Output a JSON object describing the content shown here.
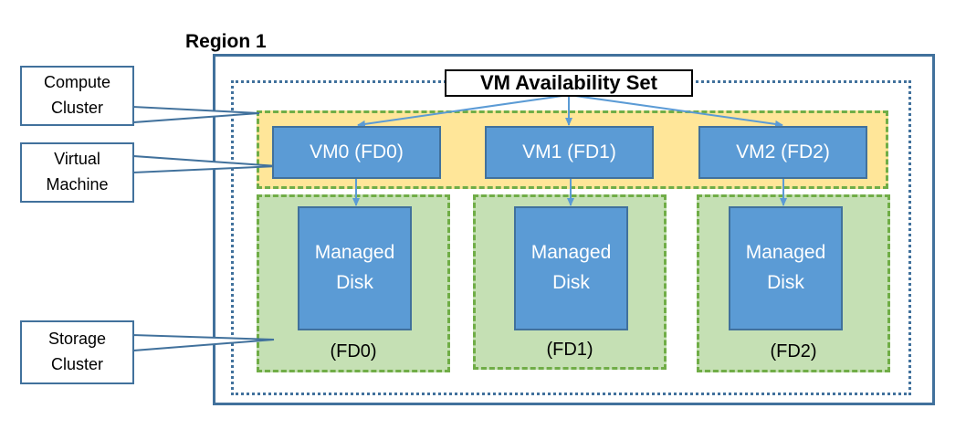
{
  "region": {
    "label": "Region 1"
  },
  "availability_set": {
    "label": "VM Availability Set"
  },
  "vms": [
    {
      "label": "VM0 (FD0)"
    },
    {
      "label": "VM1 (FD1)"
    },
    {
      "label": "VM2 (FD2)"
    }
  ],
  "storage": [
    {
      "disk_line1": "Managed",
      "disk_line2": "Disk",
      "fault_domain": "(FD0)"
    },
    {
      "disk_line1": "Managed",
      "disk_line2": "Disk",
      "fault_domain": "(FD1)"
    },
    {
      "disk_line1": "Managed",
      "disk_line2": "Disk",
      "fault_domain": "(FD2)"
    }
  ],
  "callouts": {
    "compute_cluster": {
      "line1": "Compute",
      "line2": "Cluster"
    },
    "virtual_machine": {
      "line1": "Virtual",
      "line2": "Machine"
    },
    "storage_cluster": {
      "line1": "Storage",
      "line2": "Cluster"
    }
  },
  "colors": {
    "box_blue": "#5b9bd5",
    "border_blue": "#41719c",
    "compute_fill": "#ffe699",
    "storage_fill": "#c5e0b4",
    "dash_green": "#70ad47"
  }
}
